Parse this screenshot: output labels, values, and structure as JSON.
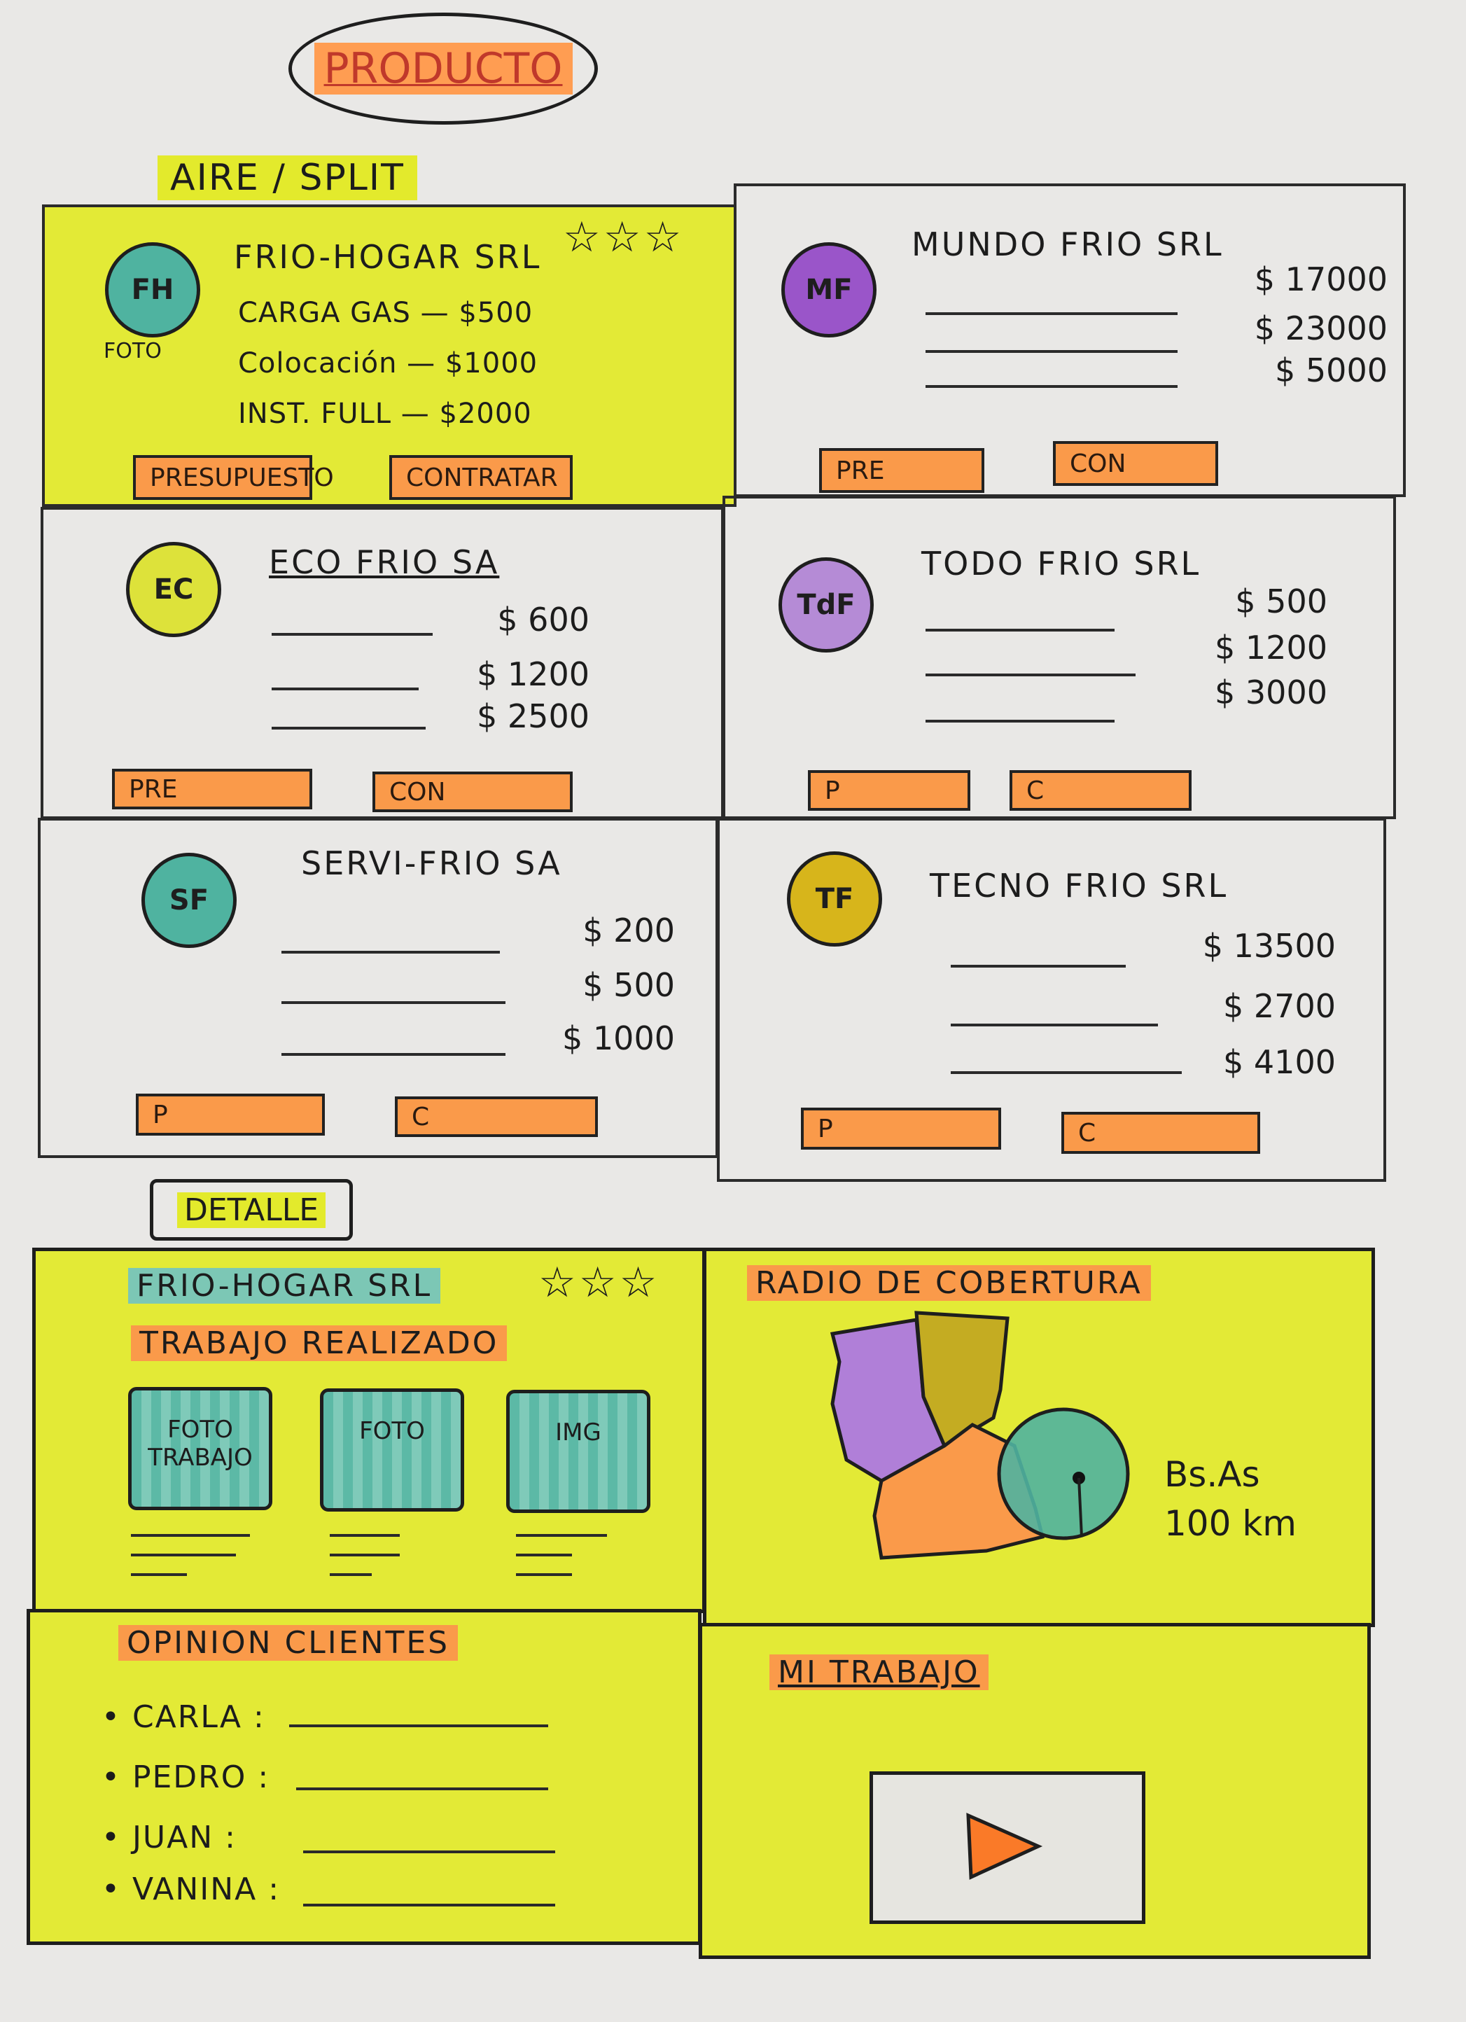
{
  "page_title": "PRODUCTO",
  "section_label": "AIRE / SPLIT",
  "cards": [
    {
      "initials": "FH",
      "name": "FRIO-HOGAR SRL",
      "stars": "☆☆☆",
      "photo_label": "FOTO",
      "services": [
        "CARGA GAS — $500",
        "Colocación — $1000",
        "INST. FULL — $2000"
      ],
      "buttons": [
        "PRESUPUESTO",
        "CONTRATAR"
      ],
      "avatar_color": "#4fb3a0"
    },
    {
      "initials": "MF",
      "name": "MUNDO FRIO SRL",
      "prices": [
        "$ 17000",
        "$ 23000",
        "$ 5000"
      ],
      "buttons": [
        "PRE",
        "CON"
      ],
      "avatar_color": "#9a55c9"
    },
    {
      "initials": "EC",
      "name": "ECO FRIO SA",
      "prices": [
        "$ 600",
        "$ 1200",
        "$ 2500"
      ],
      "buttons": [
        "PRE",
        "CON"
      ],
      "avatar_color": "#dde23a"
    },
    {
      "initials": "TdF",
      "name": "TODO FRIO SRL",
      "prices": [
        "$ 500",
        "$ 1200",
        "$ 3000"
      ],
      "buttons": [
        "P",
        "C"
      ],
      "avatar_color": "#b58bd6"
    },
    {
      "initials": "SF",
      "name": "SERVI-FRIO SA",
      "prices": [
        "$ 200",
        "$ 500",
        "$ 1000"
      ],
      "buttons": [
        "P",
        "C"
      ],
      "avatar_color": "#4fb3a0"
    },
    {
      "initials": "TF",
      "name": "TECNO FRIO SRL",
      "prices": [
        "$ 13500",
        "$ 2700",
        "$ 4100"
      ],
      "buttons": [
        "P",
        "C"
      ],
      "avatar_color": "#d7b51b"
    }
  ],
  "detalle": {
    "label": "DETALLE",
    "company": "FRIO-HOGAR SRL",
    "stars": "☆☆☆",
    "work_title": "TRABAJO REALIZADO",
    "thumbs": [
      "FOTO TRABAJO",
      "FOTO",
      "IMG"
    ],
    "coverage_title": "RADIO DE COBERTURA",
    "coverage_city": "Bs.As",
    "coverage_radius": "100 km",
    "reviews_title": "OPINION CLIENTES",
    "reviewers": [
      "CARLA :",
      "PEDRO :",
      "JUAN :",
      "VANINA :"
    ],
    "my_work_title": "MI TRABAJO"
  }
}
